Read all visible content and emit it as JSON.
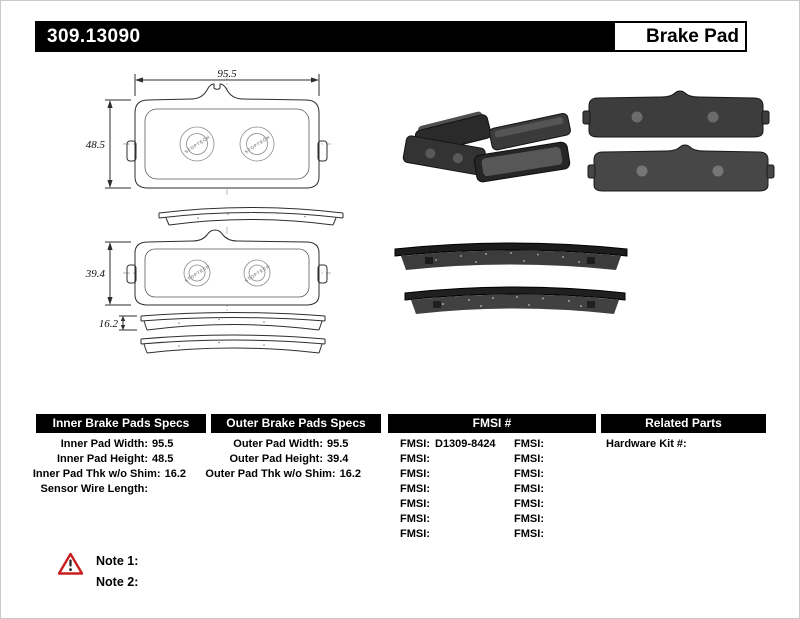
{
  "header": {
    "part_number": "309.13090",
    "title": "Brake Pad"
  },
  "drawing": {
    "stamp_text": "STOPTECH",
    "dims": {
      "inner_width": "95.5",
      "inner_height": "48.5",
      "outer_height": "39.4",
      "pad_thickness": "16.2"
    }
  },
  "spec_tables": {
    "inner": {
      "header": "Inner Brake Pads Specs",
      "rows": [
        {
          "label": "Inner Pad Width:",
          "value": "95.5"
        },
        {
          "label": "Inner Pad Height:",
          "value": "48.5"
        },
        {
          "label": "Inner Pad Thk w/o Shim:",
          "value": "16.2"
        },
        {
          "label": "Sensor Wire Length:",
          "value": ""
        }
      ]
    },
    "outer": {
      "header": "Outer Brake Pads Specs",
      "rows": [
        {
          "label": "Outer Pad Width:",
          "value": "95.5"
        },
        {
          "label": "Outer Pad Height:",
          "value": "39.4"
        },
        {
          "label": "Outer Pad Thk w/o Shim:",
          "value": "16.2"
        }
      ]
    },
    "fmsi": {
      "header": "FMSI #",
      "rows": [
        {
          "label_left": "FMSI:",
          "value_left": "D1309-8424",
          "label_right": "FMSI:",
          "value_right": ""
        },
        {
          "label_left": "FMSI:",
          "value_left": "",
          "label_right": "FMSI:",
          "value_right": ""
        },
        {
          "label_left": "FMSI:",
          "value_left": "",
          "label_right": "FMSI:",
          "value_right": ""
        },
        {
          "label_left": "FMSI:",
          "value_left": "",
          "label_right": "FMSI:",
          "value_right": ""
        },
        {
          "label_left": "FMSI:",
          "value_left": "",
          "label_right": "FMSI:",
          "value_right": ""
        },
        {
          "label_left": "FMSI:",
          "value_left": "",
          "label_right": "FMSI:",
          "value_right": ""
        },
        {
          "label_left": "FMSI:",
          "value_left": "",
          "label_right": "FMSI:",
          "value_right": ""
        }
      ]
    },
    "related": {
      "header": "Related Parts",
      "rows": [
        {
          "label": "Hardware Kit #:",
          "value": ""
        }
      ]
    }
  },
  "notes": {
    "items": [
      {
        "label": "Note 1:"
      },
      {
        "label": "Note 2:"
      }
    ]
  }
}
